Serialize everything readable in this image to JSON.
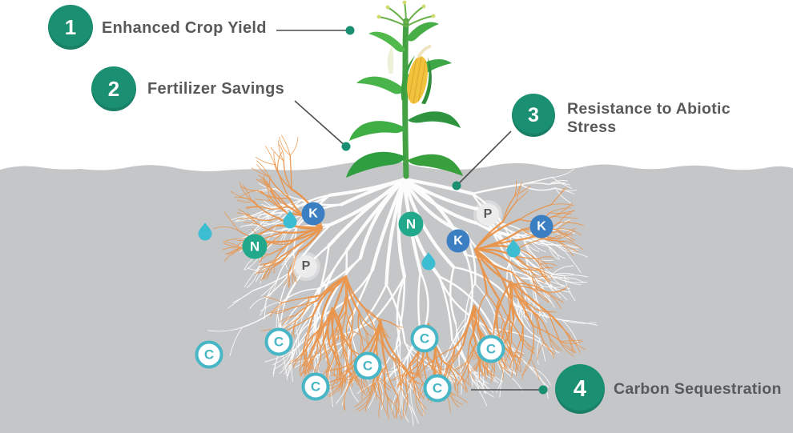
{
  "callouts": [
    {
      "number": "1",
      "label": "Enhanced Crop Yield"
    },
    {
      "number": "2",
      "label": "Fertilizer Savings"
    },
    {
      "number": "3",
      "label": "Resistance to Abiotic Stress"
    },
    {
      "number": "4",
      "label": "Carbon Sequestration"
    }
  ],
  "nutrients": {
    "potassium": "K",
    "nitrogen": "N",
    "phosphorus": "P",
    "carbon": "C"
  },
  "colors": {
    "accent_green": "#1b8f72",
    "label_text": "#58595b",
    "soil_gray": "#c5c6c8",
    "potassium_blue": "#3b7ec1",
    "nitrogen_teal": "#22a98b",
    "phosphorus_gray": "#ececec",
    "carbon_teal": "#47b6c7",
    "water_cyan": "#3cbdd1",
    "root_white": "#ffffff",
    "root_orange": "#ec9143"
  }
}
